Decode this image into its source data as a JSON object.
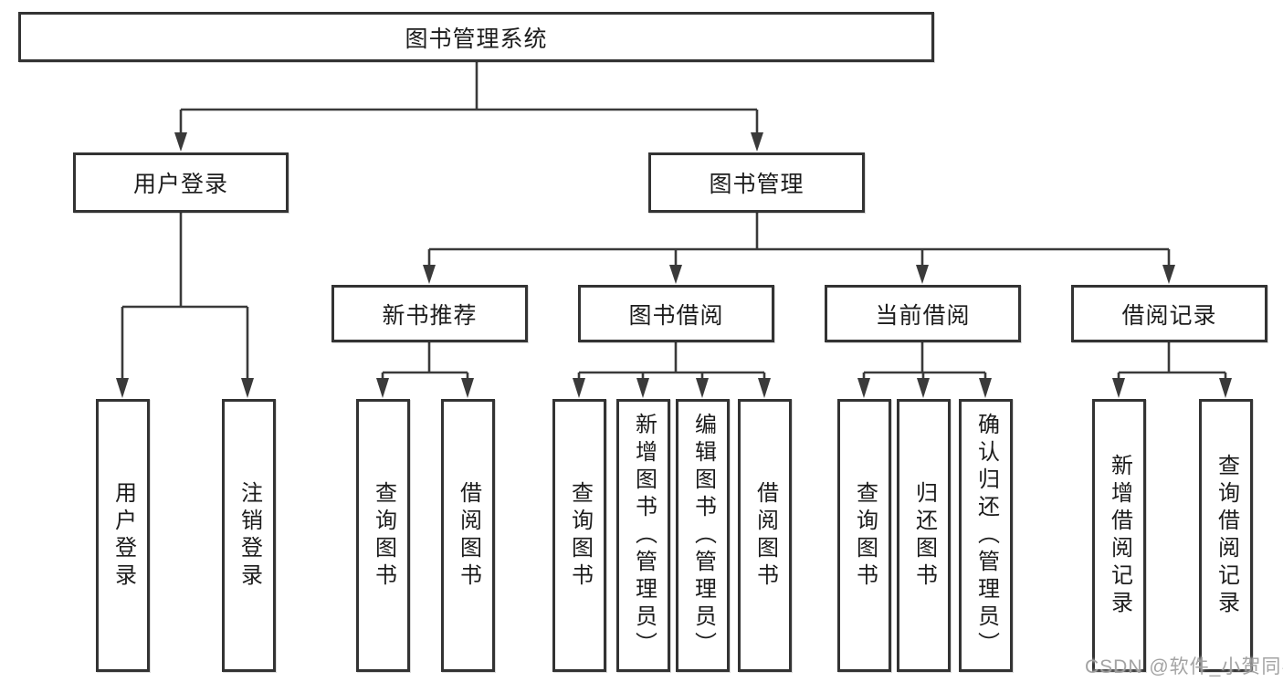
{
  "diagram_title": "图书管理系统",
  "tree": {
    "label": "图书管理系统",
    "children": [
      {
        "label": "用户登录",
        "children": [
          {
            "label": "用户登录"
          },
          {
            "label": "注销登录"
          }
        ]
      },
      {
        "label": "图书管理",
        "children": [
          {
            "label": "新书推荐",
            "children": [
              {
                "label": "查询图书"
              },
              {
                "label": "借阅图书"
              }
            ]
          },
          {
            "label": "图书借阅",
            "children": [
              {
                "label": "查询图书"
              },
              {
                "label": "新增图书（管理员）"
              },
              {
                "label": "编辑图书（管理员）"
              },
              {
                "label": "借阅图书"
              }
            ]
          },
          {
            "label": "当前借阅",
            "children": [
              {
                "label": "查询图书"
              },
              {
                "label": "归还图书"
              },
              {
                "label": "确认归还（管理员）"
              }
            ]
          },
          {
            "label": "借阅记录",
            "children": [
              {
                "label": "新增借阅记录"
              },
              {
                "label": "查询借阅记录"
              }
            ]
          }
        ]
      }
    ]
  },
  "watermark": "CSDN @软件_小贺同学",
  "colors": {
    "line": "#3a3a3a",
    "box_border": "#333333",
    "text": "#1c1c1c",
    "watermark": "#9e9e9e",
    "background": "#ffffff"
  }
}
